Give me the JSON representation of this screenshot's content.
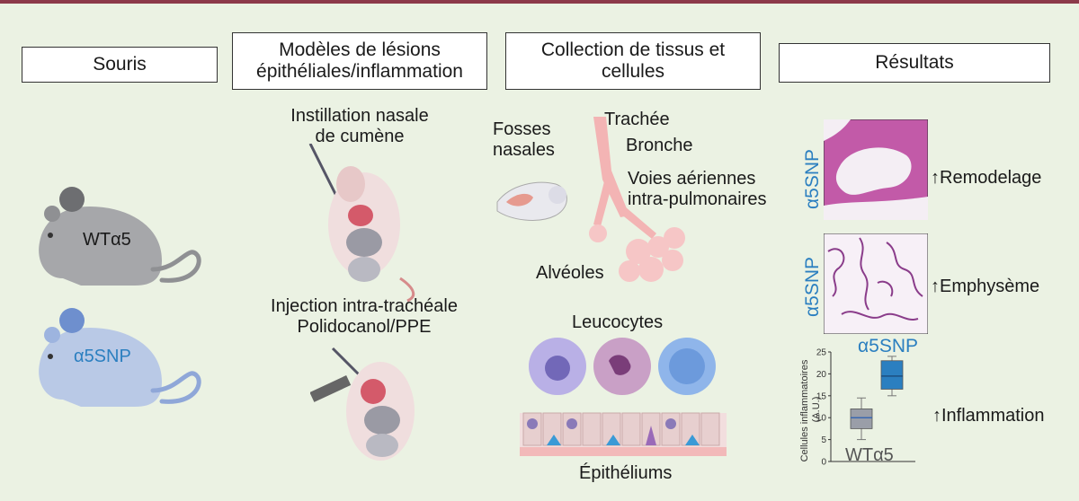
{
  "headers": {
    "mice": "Souris",
    "models": "Modèles de lésions épithéliales/inflammation",
    "collection": "Collection de tissus et cellules",
    "results": "Résultats"
  },
  "mice": {
    "wt_label": "WTα5",
    "snp_label": "α5SNP"
  },
  "models": {
    "instillation": [
      "Instillation nasale",
      "de cumène"
    ],
    "injection": [
      "Injection intra-trachéale",
      "Polidocanol/PPE"
    ]
  },
  "collection": {
    "nasal": [
      "Fosses",
      "nasales"
    ],
    "trachea": "Trachée",
    "bronchus": "Bronche",
    "airways": [
      "Voies aériennes",
      "intra-pulmonaires"
    ],
    "alveoli": "Alvéoles",
    "leukocytes": "Leucocytes",
    "epithelia": "Épithéliums"
  },
  "results": {
    "histo1": {
      "genotype": "α5SNP",
      "finding": "Remodelage"
    },
    "histo2": {
      "genotype": "α5SNP",
      "finding": "Emphysème"
    },
    "chart_genotype_top": "α5SNP",
    "chart_genotype_bottom": "WTα5",
    "inflammation": "Inflammation"
  },
  "colors": {
    "accent": "#8c3a4a",
    "snp_blue": "#2b7fc0",
    "wt_grey": "#9a9a9a",
    "background": "#ebf2e3"
  },
  "chart_data": {
    "type": "box",
    "ylabel": "Cellules inflammatoires (A.U.)",
    "ylim": [
      0,
      25
    ],
    "yticks": [
      0,
      5,
      10,
      15,
      20,
      25
    ],
    "series": [
      {
        "name": "WTα5",
        "q1": 7.5,
        "median": 10,
        "q3": 12,
        "whisker_low": 5,
        "whisker_high": 14.5,
        "color": "#9a9ea8"
      },
      {
        "name": "α5SNP",
        "q1": 16.5,
        "median": 19.5,
        "q3": 23,
        "whisker_low": 15,
        "whisker_high": 24,
        "color": "#2b7fc0"
      }
    ]
  }
}
